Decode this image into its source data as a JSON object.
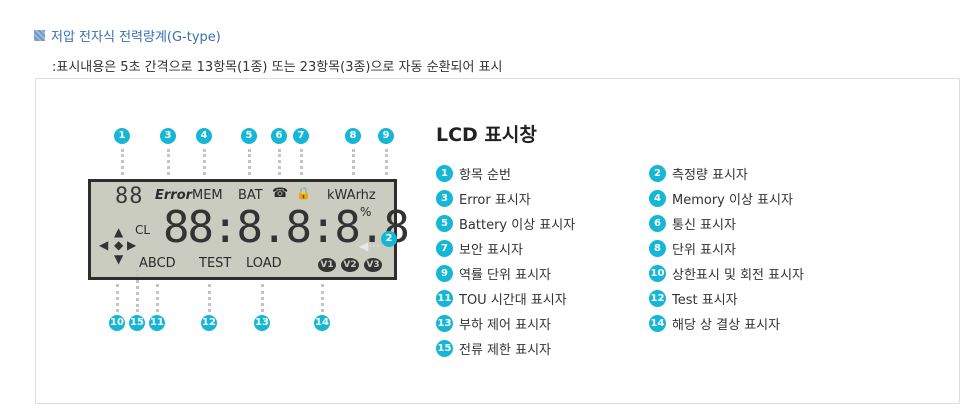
{
  "section_title": "저압 전자식 전력량계(G-type)",
  "subtitle": ":표시내용은 5초 간격으로 13항목(1종) 또는 23항목(3종)으로 자동 순환되어 표시",
  "lcd_display": {
    "item_number": "88",
    "error": "Error",
    "mem": "MEM",
    "bat": "BAT",
    "comm": "☎",
    "lock": "🔒",
    "unit": "kWArhz",
    "percent": "%",
    "main_value": "88:8.8:8.8",
    "cl": "CL",
    "abcd": "ABCD",
    "test": "TEST",
    "load": "LOAD",
    "v1": "V1",
    "v2": "V2",
    "v3": "V3"
  },
  "markers_top": [
    "1",
    "3",
    "4",
    "5",
    "6",
    "7",
    "8",
    "9"
  ],
  "marker_right": "2",
  "markers_bottom": [
    "10",
    "15",
    "11",
    "12",
    "13",
    "14"
  ],
  "lcd_title": "LCD 표시창",
  "legend": [
    {
      "num": "1",
      "label": "항목 순번"
    },
    {
      "num": "2",
      "label": "측정량 표시자"
    },
    {
      "num": "3",
      "label": "Error 표시자"
    },
    {
      "num": "4",
      "label": "Memory 이상 표시자"
    },
    {
      "num": "5",
      "label": "Battery 이상 표시자"
    },
    {
      "num": "6",
      "label": "통신 표시자"
    },
    {
      "num": "7",
      "label": "보안 표시자"
    },
    {
      "num": "8",
      "label": "단위 표시자"
    },
    {
      "num": "9",
      "label": "역률 단위 표시자"
    },
    {
      "num": "10",
      "label": "상한표시 및 회전 표시자"
    },
    {
      "num": "11",
      "label": "TOU 시간대 표시자"
    },
    {
      "num": "12",
      "label": "Test 표시자"
    },
    {
      "num": "13",
      "label": "부하 제어 표시자"
    },
    {
      "num": "14",
      "label": "해당 상 결상 표시자"
    },
    {
      "num": "15",
      "label": "전류 제한 표시자"
    }
  ],
  "colors": {
    "accent": "#15b6d6",
    "title": "#3a6fb0",
    "lcd_bg": "#c9ccbf"
  }
}
